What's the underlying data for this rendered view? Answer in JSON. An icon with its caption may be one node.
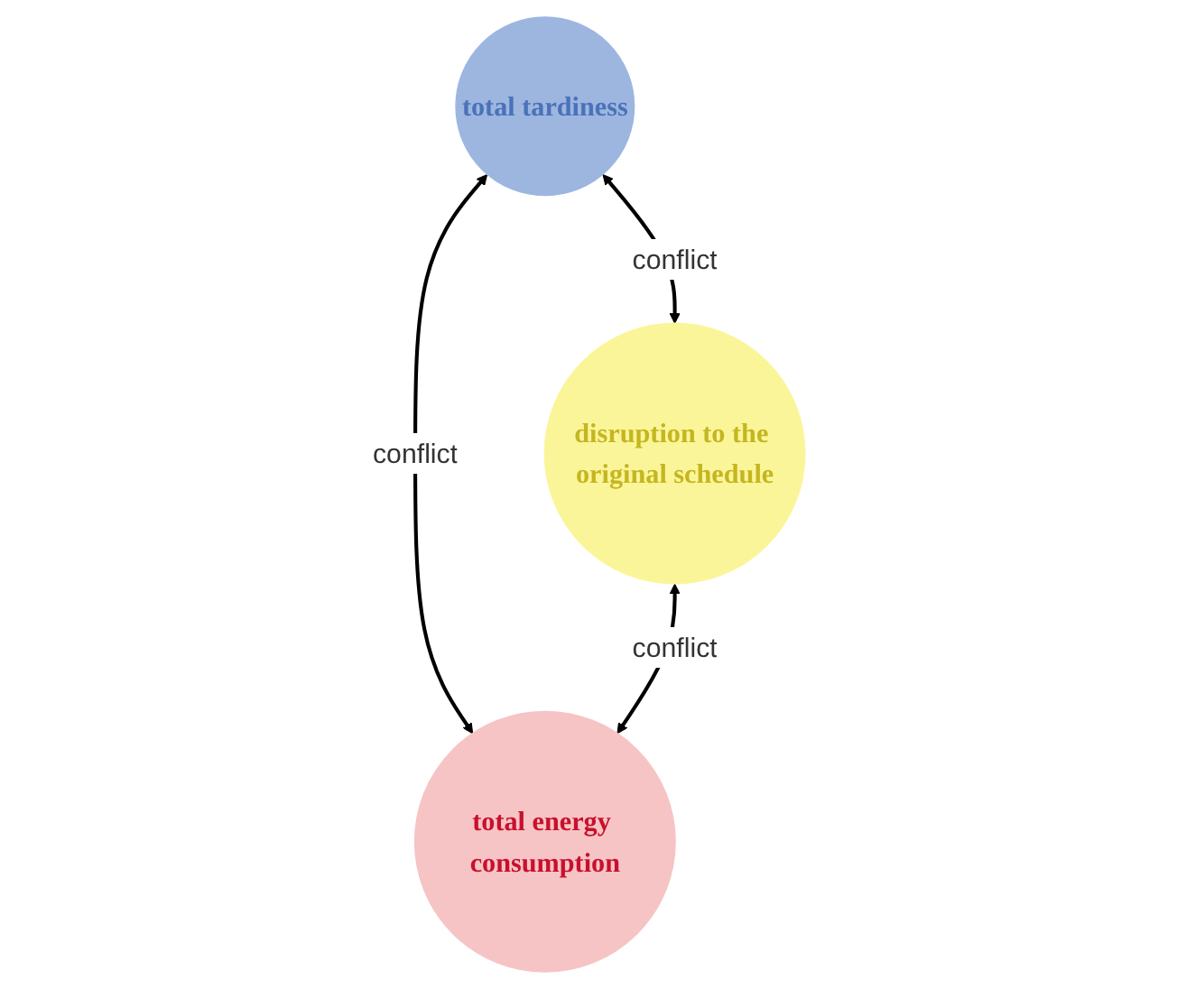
{
  "diagram": {
    "nodes": [
      {
        "text": [
          "total tardiness"
        ]
      },
      {
        "text": [
          "disruption to the original schedule"
        ]
      },
      {
        "text": [
          "total energy consumption"
        ]
      }
    ],
    "edges": [
      {
        "from": 0,
        "to": 1,
        "arrow": "both",
        "label": "conflict"
      },
      {
        "from": 0,
        "to": 2,
        "arrow": "both",
        "label": "conflict"
      },
      {
        "from": 1,
        "to": 2,
        "arrow": "both",
        "label": "conflict"
      }
    ]
  }
}
